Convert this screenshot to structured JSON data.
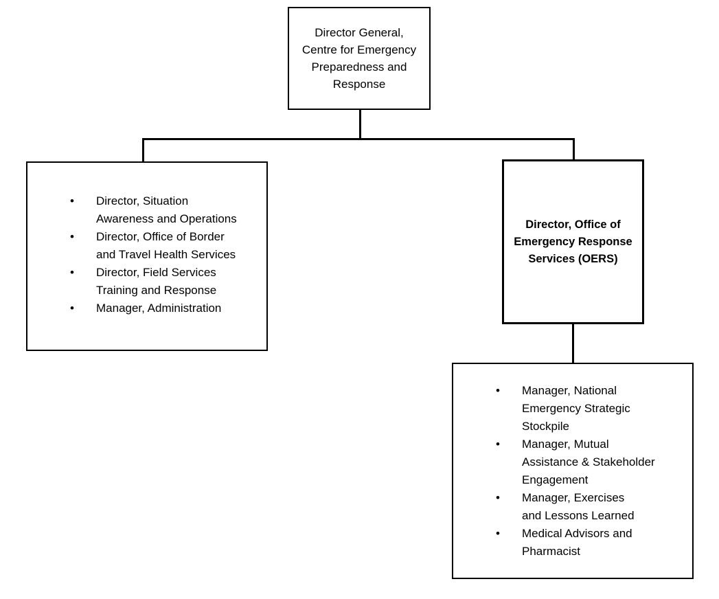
{
  "chart": {
    "type": "org-chart",
    "title": "Centre for Emergency Preparedness and Response organizational structure",
    "background_color": "#ffffff",
    "line_color": "#000000",
    "text_color": "#000000"
  },
  "nodes": {
    "director_general": {
      "text": "Director General,\nCentre for\nEmergency\nPreparedness and\nResponse",
      "bold": false
    },
    "left_branch": {
      "items": [
        "Director, Situation\nAwareness and Operations",
        "Director, Office of Border\nand Travel Health Services",
        "Director, Field Services\nTraining and Response",
        "Manager, Administration"
      ],
      "bullet": "•"
    },
    "oers_director": {
      "text": "Director, Office of\nEmergency\nResponse Services\n(OERS)",
      "bold": true
    },
    "oers_reports": {
      "items": [
        "Manager, National\nEmergency Strategic\nStockpile",
        "Manager, Mutual\nAssistance & Stakeholder\nEngagement",
        "Manager, Exercises\nand Lessons Learned",
        "Medical Advisors and\nPharmacist"
      ],
      "bullet": "•"
    }
  }
}
